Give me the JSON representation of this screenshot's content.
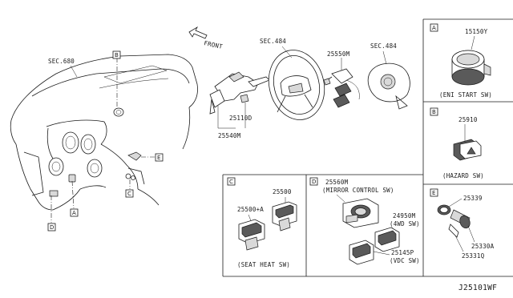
{
  "diagram": {
    "front_label": "FRONT",
    "sec_680": "SEC.680",
    "sec_484_left": "SEC.484",
    "sec_484_right": "SEC.484",
    "parts": {
      "p25550M": "25550M",
      "p25110D": "25110D",
      "p25540M": "25540M",
      "p25500A": "25500+A",
      "p25500": "25500",
      "p25560M": "25560M",
      "p24950M": "24950M",
      "p25145P": "25145P",
      "p15150Y": "15150Y",
      "p25910": "25910",
      "p25339": "25339",
      "p25330A": "25330A",
      "p25331Q": "25331Q"
    },
    "captions": {
      "seat_heat": "(SEAT HEAT SW)",
      "mirror_control": "(MIRROR CONTROL SW)",
      "fwd_sw": "(4WD SW)",
      "vdc_sw": "(VDC SW)",
      "eni_start": "(ENI START SW)",
      "hazard": "(HAZARD SW)"
    },
    "callouts": {
      "A": "A",
      "B": "B",
      "C": "C",
      "D": "D",
      "E": "E"
    },
    "diagram_code": "J25101WF"
  }
}
